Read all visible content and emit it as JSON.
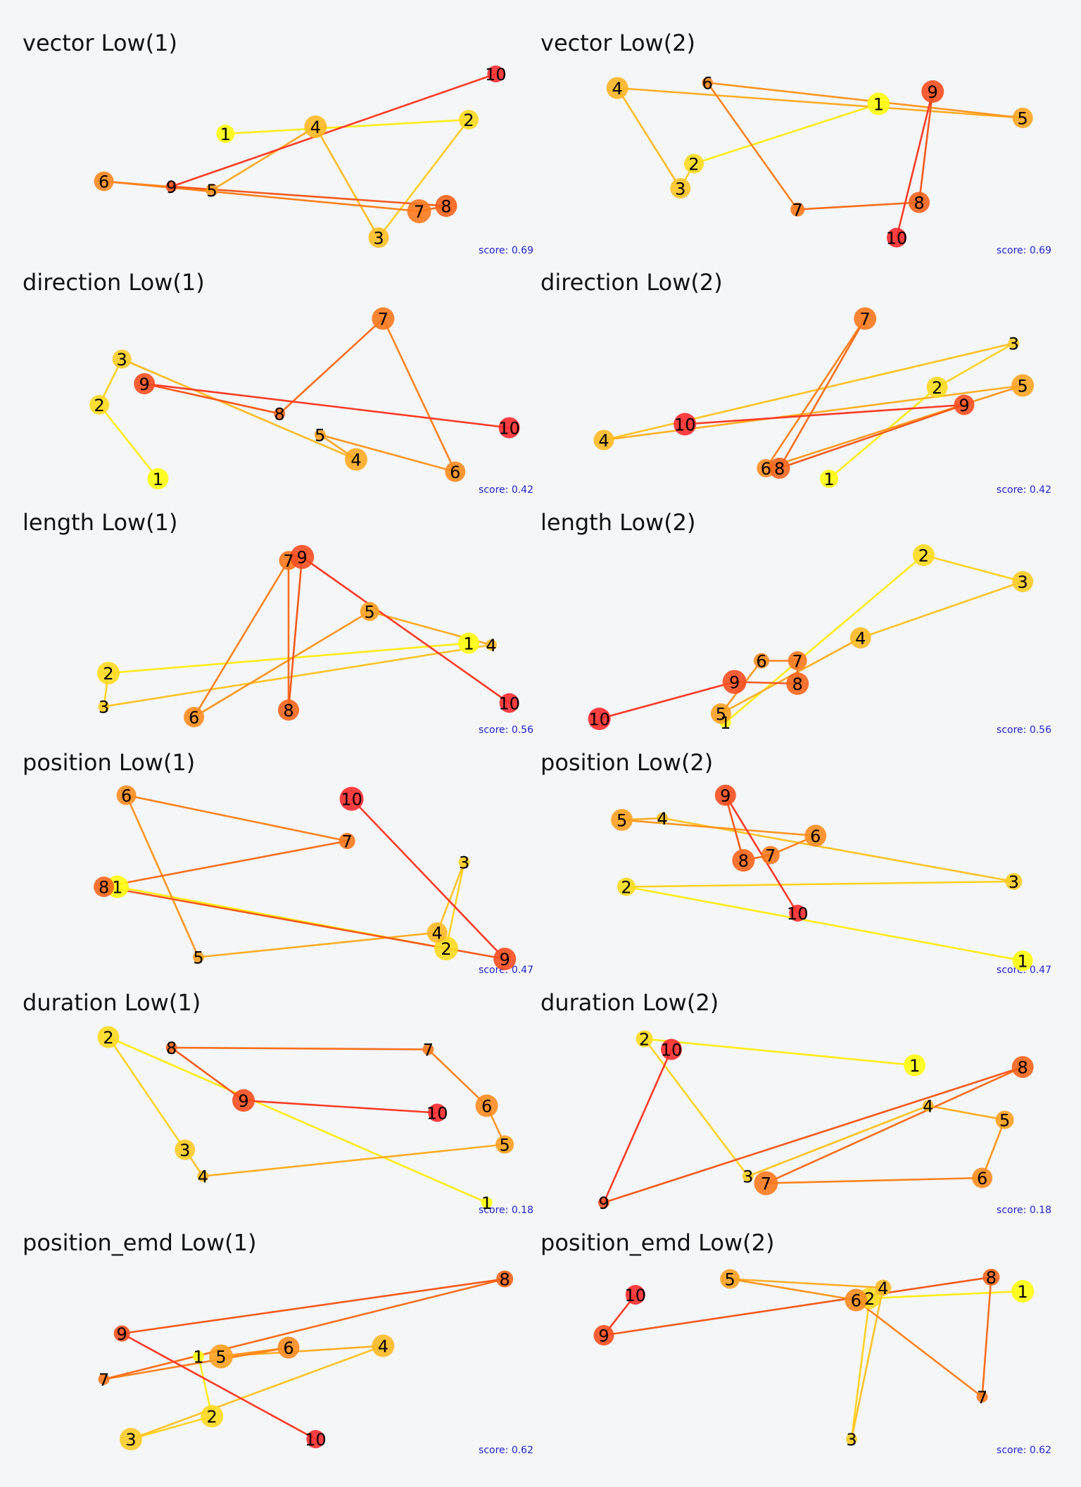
{
  "chart_data": [
    {
      "type": "scatter",
      "title": "vector Low(1)",
      "score": "score: 0.69",
      "points": [
        {
          "label": "1",
          "x": 0.36,
          "y": 0.64,
          "c": 0.01,
          "s": 0.7
        },
        {
          "label": "2",
          "x": 0.9,
          "y": 0.72,
          "c": 0.18,
          "s": 0.8
        },
        {
          "label": "3",
          "x": 0.7,
          "y": 0.05,
          "c": 0.3,
          "s": 0.85
        },
        {
          "label": "4",
          "x": 0.56,
          "y": 0.68,
          "c": 0.32,
          "s": 1.0
        },
        {
          "label": "5",
          "x": 0.33,
          "y": 0.32,
          "c": 0.45,
          "s": 0.3
        },
        {
          "label": "6",
          "x": 0.09,
          "y": 0.37,
          "c": 0.52,
          "s": 0.8
        },
        {
          "label": "7",
          "x": 0.79,
          "y": 0.2,
          "c": 0.6,
          "s": 1.1
        },
        {
          "label": "8",
          "x": 0.85,
          "y": 0.23,
          "c": 0.72,
          "s": 0.95
        },
        {
          "label": "9",
          "x": 0.24,
          "y": 0.34,
          "c": 0.82,
          "s": 0.2
        },
        {
          "label": "10",
          "x": 0.96,
          "y": 0.98,
          "c": 0.99,
          "s": 0.6
        }
      ]
    },
    {
      "type": "scatter",
      "title": "vector Low(2)",
      "score": "score: 0.69",
      "points": [
        {
          "label": "1",
          "x": 0.66,
          "y": 0.81,
          "c": 0.01,
          "s": 1.0
        },
        {
          "label": "2",
          "x": 0.25,
          "y": 0.47,
          "c": 0.18,
          "s": 0.8
        },
        {
          "label": "3",
          "x": 0.22,
          "y": 0.33,
          "c": 0.28,
          "s": 0.85
        },
        {
          "label": "4",
          "x": 0.08,
          "y": 0.9,
          "c": 0.34,
          "s": 0.95
        },
        {
          "label": "5",
          "x": 0.98,
          "y": 0.73,
          "c": 0.4,
          "s": 0.85
        },
        {
          "label": "6",
          "x": 0.28,
          "y": 0.93,
          "c": 0.52,
          "s": 0.2
        },
        {
          "label": "7",
          "x": 0.48,
          "y": 0.21,
          "c": 0.6,
          "s": 0.4
        },
        {
          "label": "8",
          "x": 0.75,
          "y": 0.25,
          "c": 0.72,
          "s": 0.9
        },
        {
          "label": "9",
          "x": 0.78,
          "y": 0.88,
          "c": 0.82,
          "s": 1.0
        },
        {
          "label": "10",
          "x": 0.7,
          "y": 0.05,
          "c": 0.99,
          "s": 0.8
        }
      ]
    },
    {
      "type": "scatter",
      "title": "direction Low(1)",
      "score": "score: 0.42",
      "points": [
        {
          "label": "1",
          "x": 0.21,
          "y": 0.04,
          "c": 0.01,
          "s": 0.9
        },
        {
          "label": "2",
          "x": 0.08,
          "y": 0.46,
          "c": 0.18,
          "s": 0.8
        },
        {
          "label": "3",
          "x": 0.13,
          "y": 0.72,
          "c": 0.25,
          "s": 0.75
        },
        {
          "label": "4",
          "x": 0.65,
          "y": 0.15,
          "c": 0.38,
          "s": 1.0
        },
        {
          "label": "5",
          "x": 0.57,
          "y": 0.29,
          "c": 0.42,
          "s": 0.2
        },
        {
          "label": "6",
          "x": 0.87,
          "y": 0.08,
          "c": 0.5,
          "s": 0.85
        },
        {
          "label": "7",
          "x": 0.71,
          "y": 0.95,
          "c": 0.6,
          "s": 1.0
        },
        {
          "label": "8",
          "x": 0.48,
          "y": 0.41,
          "c": 0.7,
          "s": 0.2
        },
        {
          "label": "9",
          "x": 0.18,
          "y": 0.58,
          "c": 0.82,
          "s": 0.9
        },
        {
          "label": "10",
          "x": 0.99,
          "y": 0.33,
          "c": 0.99,
          "s": 0.9
        }
      ]
    },
    {
      "type": "scatter",
      "title": "direction Low(2)",
      "score": "score: 0.42",
      "points": [
        {
          "label": "1",
          "x": 0.55,
          "y": 0.04,
          "c": 0.01,
          "s": 0.7
        },
        {
          "label": "2",
          "x": 0.79,
          "y": 0.56,
          "c": 0.18,
          "s": 0.9
        },
        {
          "label": "3",
          "x": 0.96,
          "y": 0.81,
          "c": 0.25,
          "s": 0.2
        },
        {
          "label": "4",
          "x": 0.05,
          "y": 0.26,
          "c": 0.32,
          "s": 0.85
        },
        {
          "label": "5",
          "x": 0.98,
          "y": 0.57,
          "c": 0.4,
          "s": 1.0
        },
        {
          "label": "6",
          "x": 0.41,
          "y": 0.1,
          "c": 0.5,
          "s": 0.7
        },
        {
          "label": "7",
          "x": 0.63,
          "y": 0.95,
          "c": 0.6,
          "s": 1.0
        },
        {
          "label": "8",
          "x": 0.44,
          "y": 0.1,
          "c": 0.7,
          "s": 0.9
        },
        {
          "label": "9",
          "x": 0.85,
          "y": 0.46,
          "c": 0.82,
          "s": 0.85
        },
        {
          "label": "10",
          "x": 0.23,
          "y": 0.35,
          "c": 0.99,
          "s": 1.0
        }
      ]
    },
    {
      "type": "scatter",
      "title": "length Low(1)",
      "score": "score: 0.56",
      "points": [
        {
          "label": "1",
          "x": 0.9,
          "y": 0.47,
          "c": 0.01,
          "s": 0.9
        },
        {
          "label": "2",
          "x": 0.1,
          "y": 0.3,
          "c": 0.18,
          "s": 1.0
        },
        {
          "label": "3",
          "x": 0.09,
          "y": 0.11,
          "c": 0.25,
          "s": 0.2
        },
        {
          "label": "4",
          "x": 0.95,
          "y": 0.46,
          "c": 0.32,
          "s": 0.2
        },
        {
          "label": "5",
          "x": 0.68,
          "y": 0.65,
          "c": 0.42,
          "s": 0.75
        },
        {
          "label": "6",
          "x": 0.29,
          "y": 0.05,
          "c": 0.5,
          "s": 0.85
        },
        {
          "label": "7",
          "x": 0.5,
          "y": 0.94,
          "c": 0.6,
          "s": 0.75
        },
        {
          "label": "8",
          "x": 0.5,
          "y": 0.09,
          "c": 0.7,
          "s": 0.9
        },
        {
          "label": "9",
          "x": 0.53,
          "y": 0.96,
          "c": 0.82,
          "s": 1.1
        },
        {
          "label": "10",
          "x": 0.99,
          "y": 0.13,
          "c": 0.99,
          "s": 0.8
        }
      ]
    },
    {
      "type": "scatter",
      "title": "length Low(2)",
      "score": "score: 0.56",
      "points": [
        {
          "label": "1",
          "x": 0.32,
          "y": 0.02,
          "c": 0.01,
          "s": 0.2
        },
        {
          "label": "2",
          "x": 0.76,
          "y": 0.97,
          "c": 0.18,
          "s": 0.95
        },
        {
          "label": "3",
          "x": 0.98,
          "y": 0.82,
          "c": 0.25,
          "s": 0.9
        },
        {
          "label": "4",
          "x": 0.62,
          "y": 0.5,
          "c": 0.32,
          "s": 0.9
        },
        {
          "label": "5",
          "x": 0.31,
          "y": 0.07,
          "c": 0.42,
          "s": 0.85
        },
        {
          "label": "6",
          "x": 0.4,
          "y": 0.37,
          "c": 0.5,
          "s": 0.5
        },
        {
          "label": "7",
          "x": 0.48,
          "y": 0.37,
          "c": 0.6,
          "s": 0.75
        },
        {
          "label": "8",
          "x": 0.48,
          "y": 0.24,
          "c": 0.7,
          "s": 1.0
        },
        {
          "label": "9",
          "x": 0.34,
          "y": 0.25,
          "c": 0.82,
          "s": 1.1
        },
        {
          "label": "10",
          "x": 0.04,
          "y": 0.04,
          "c": 0.99,
          "s": 1.0
        }
      ]
    },
    {
      "type": "scatter",
      "title": "position Low(1)",
      "score": "score: 0.47",
      "points": [
        {
          "label": "1",
          "x": 0.12,
          "y": 0.45,
          "c": 0.01,
          "s": 1.0
        },
        {
          "label": "2",
          "x": 0.85,
          "y": 0.1,
          "c": 0.18,
          "s": 1.1
        },
        {
          "label": "3",
          "x": 0.89,
          "y": 0.59,
          "c": 0.25,
          "s": 0.2
        },
        {
          "label": "4",
          "x": 0.83,
          "y": 0.19,
          "c": 0.32,
          "s": 0.85
        },
        {
          "label": "5",
          "x": 0.3,
          "y": 0.05,
          "c": 0.42,
          "s": 0.2
        },
        {
          "label": "6",
          "x": 0.14,
          "y": 0.97,
          "c": 0.5,
          "s": 0.8
        },
        {
          "label": "7",
          "x": 0.63,
          "y": 0.71,
          "c": 0.6,
          "s": 0.55
        },
        {
          "label": "8",
          "x": 0.09,
          "y": 0.45,
          "c": 0.7,
          "s": 0.85
        },
        {
          "label": "9",
          "x": 0.98,
          "y": 0.04,
          "c": 0.82,
          "s": 1.0
        },
        {
          "label": "10",
          "x": 0.64,
          "y": 0.95,
          "c": 0.99,
          "s": 1.1
        }
      ]
    },
    {
      "type": "scatter",
      "title": "position Low(2)",
      "score": "score: 0.47",
      "points": [
        {
          "label": "1",
          "x": 0.98,
          "y": 0.03,
          "c": 0.01,
          "s": 0.85
        },
        {
          "label": "2",
          "x": 0.1,
          "y": 0.45,
          "c": 0.18,
          "s": 0.7
        },
        {
          "label": "3",
          "x": 0.96,
          "y": 0.48,
          "c": 0.25,
          "s": 0.6
        },
        {
          "label": "4",
          "x": 0.18,
          "y": 0.84,
          "c": 0.32,
          "s": 0.2
        },
        {
          "label": "5",
          "x": 0.09,
          "y": 0.83,
          "c": 0.42,
          "s": 0.95
        },
        {
          "label": "6",
          "x": 0.52,
          "y": 0.74,
          "c": 0.5,
          "s": 0.95
        },
        {
          "label": "7",
          "x": 0.42,
          "y": 0.63,
          "c": 0.6,
          "s": 0.7
        },
        {
          "label": "8",
          "x": 0.36,
          "y": 0.6,
          "c": 0.7,
          "s": 1.0
        },
        {
          "label": "9",
          "x": 0.32,
          "y": 0.97,
          "c": 0.82,
          "s": 0.9
        },
        {
          "label": "10",
          "x": 0.48,
          "y": 0.3,
          "c": 0.99,
          "s": 0.6
        }
      ]
    },
    {
      "type": "scatter",
      "title": "duration Low(1)",
      "score": "score: 0.18",
      "points": [
        {
          "label": "1",
          "x": 0.94,
          "y": 0.02,
          "c": 0.01,
          "s": 0.2
        },
        {
          "label": "2",
          "x": 0.1,
          "y": 0.96,
          "c": 0.18,
          "s": 0.95
        },
        {
          "label": "3",
          "x": 0.27,
          "y": 0.32,
          "c": 0.25,
          "s": 0.85
        },
        {
          "label": "4",
          "x": 0.31,
          "y": 0.17,
          "c": 0.32,
          "s": 0.2
        },
        {
          "label": "5",
          "x": 0.98,
          "y": 0.35,
          "c": 0.42,
          "s": 0.7
        },
        {
          "label": "6",
          "x": 0.94,
          "y": 0.57,
          "c": 0.5,
          "s": 1.0
        },
        {
          "label": "7",
          "x": 0.81,
          "y": 0.89,
          "c": 0.6,
          "s": 0.2
        },
        {
          "label": "8",
          "x": 0.24,
          "y": 0.9,
          "c": 0.7,
          "s": 0.2
        },
        {
          "label": "9",
          "x": 0.4,
          "y": 0.6,
          "c": 0.82,
          "s": 1.0
        },
        {
          "label": "10",
          "x": 0.83,
          "y": 0.53,
          "c": 0.99,
          "s": 0.7
        }
      ]
    },
    {
      "type": "scatter",
      "title": "duration Low(2)",
      "score": "score: 0.18",
      "points": [
        {
          "label": "1",
          "x": 0.74,
          "y": 0.8,
          "c": 0.01,
          "s": 0.95
        },
        {
          "label": "2",
          "x": 0.14,
          "y": 0.95,
          "c": 0.18,
          "s": 0.6
        },
        {
          "label": "3",
          "x": 0.37,
          "y": 0.17,
          "c": 0.25,
          "s": 0.2
        },
        {
          "label": "4",
          "x": 0.77,
          "y": 0.57,
          "c": 0.32,
          "s": 0.2
        },
        {
          "label": "5",
          "x": 0.94,
          "y": 0.49,
          "c": 0.42,
          "s": 0.7
        },
        {
          "label": "6",
          "x": 0.89,
          "y": 0.16,
          "c": 0.5,
          "s": 0.85
        },
        {
          "label": "7",
          "x": 0.41,
          "y": 0.13,
          "c": 0.6,
          "s": 1.1
        },
        {
          "label": "8",
          "x": 0.98,
          "y": 0.79,
          "c": 0.7,
          "s": 0.95
        },
        {
          "label": "9",
          "x": 0.05,
          "y": 0.02,
          "c": 0.82,
          "s": 0.2
        },
        {
          "label": "10",
          "x": 0.2,
          "y": 0.89,
          "c": 0.99,
          "s": 0.9
        }
      ]
    },
    {
      "type": "scatter",
      "title": "position_emd Low(1)",
      "score": "score: 0.62",
      "points": [
        {
          "label": "1",
          "x": 0.3,
          "y": 0.51,
          "c": 0.01,
          "s": 0.2
        },
        {
          "label": "2",
          "x": 0.33,
          "y": 0.17,
          "c": 0.18,
          "s": 1.0
        },
        {
          "label": "3",
          "x": 0.15,
          "y": 0.04,
          "c": 0.25,
          "s": 1.0
        },
        {
          "label": "4",
          "x": 0.71,
          "y": 0.57,
          "c": 0.32,
          "s": 1.0
        },
        {
          "label": "5",
          "x": 0.35,
          "y": 0.51,
          "c": 0.42,
          "s": 1.1
        },
        {
          "label": "6",
          "x": 0.5,
          "y": 0.56,
          "c": 0.5,
          "s": 0.95
        },
        {
          "label": "7",
          "x": 0.09,
          "y": 0.38,
          "c": 0.6,
          "s": 0.2
        },
        {
          "label": "8",
          "x": 0.98,
          "y": 0.95,
          "c": 0.7,
          "s": 0.6
        },
        {
          "label": "9",
          "x": 0.13,
          "y": 0.64,
          "c": 0.82,
          "s": 0.55
        },
        {
          "label": "10",
          "x": 0.56,
          "y": 0.04,
          "c": 0.99,
          "s": 0.7
        }
      ]
    },
    {
      "type": "scatter",
      "title": "position_emd Low(2)",
      "score": "score: 0.62",
      "points": [
        {
          "label": "1",
          "x": 0.98,
          "y": 0.88,
          "c": 0.01,
          "s": 1.0
        },
        {
          "label": "2",
          "x": 0.64,
          "y": 0.84,
          "c": 0.18,
          "s": 0.9
        },
        {
          "label": "3",
          "x": 0.6,
          "y": 0.04,
          "c": 0.25,
          "s": 0.2
        },
        {
          "label": "4",
          "x": 0.67,
          "y": 0.9,
          "c": 0.32,
          "s": 0.55
        },
        {
          "label": "5",
          "x": 0.33,
          "y": 0.95,
          "c": 0.42,
          "s": 0.8
        },
        {
          "label": "6",
          "x": 0.61,
          "y": 0.83,
          "c": 0.5,
          "s": 1.0
        },
        {
          "label": "7",
          "x": 0.89,
          "y": 0.28,
          "c": 0.6,
          "s": 0.2
        },
        {
          "label": "8",
          "x": 0.91,
          "y": 0.96,
          "c": 0.7,
          "s": 0.6
        },
        {
          "label": "9",
          "x": 0.05,
          "y": 0.63,
          "c": 0.82,
          "s": 0.85
        },
        {
          "label": "10",
          "x": 0.12,
          "y": 0.86,
          "c": 0.99,
          "s": 0.8
        }
      ]
    }
  ]
}
